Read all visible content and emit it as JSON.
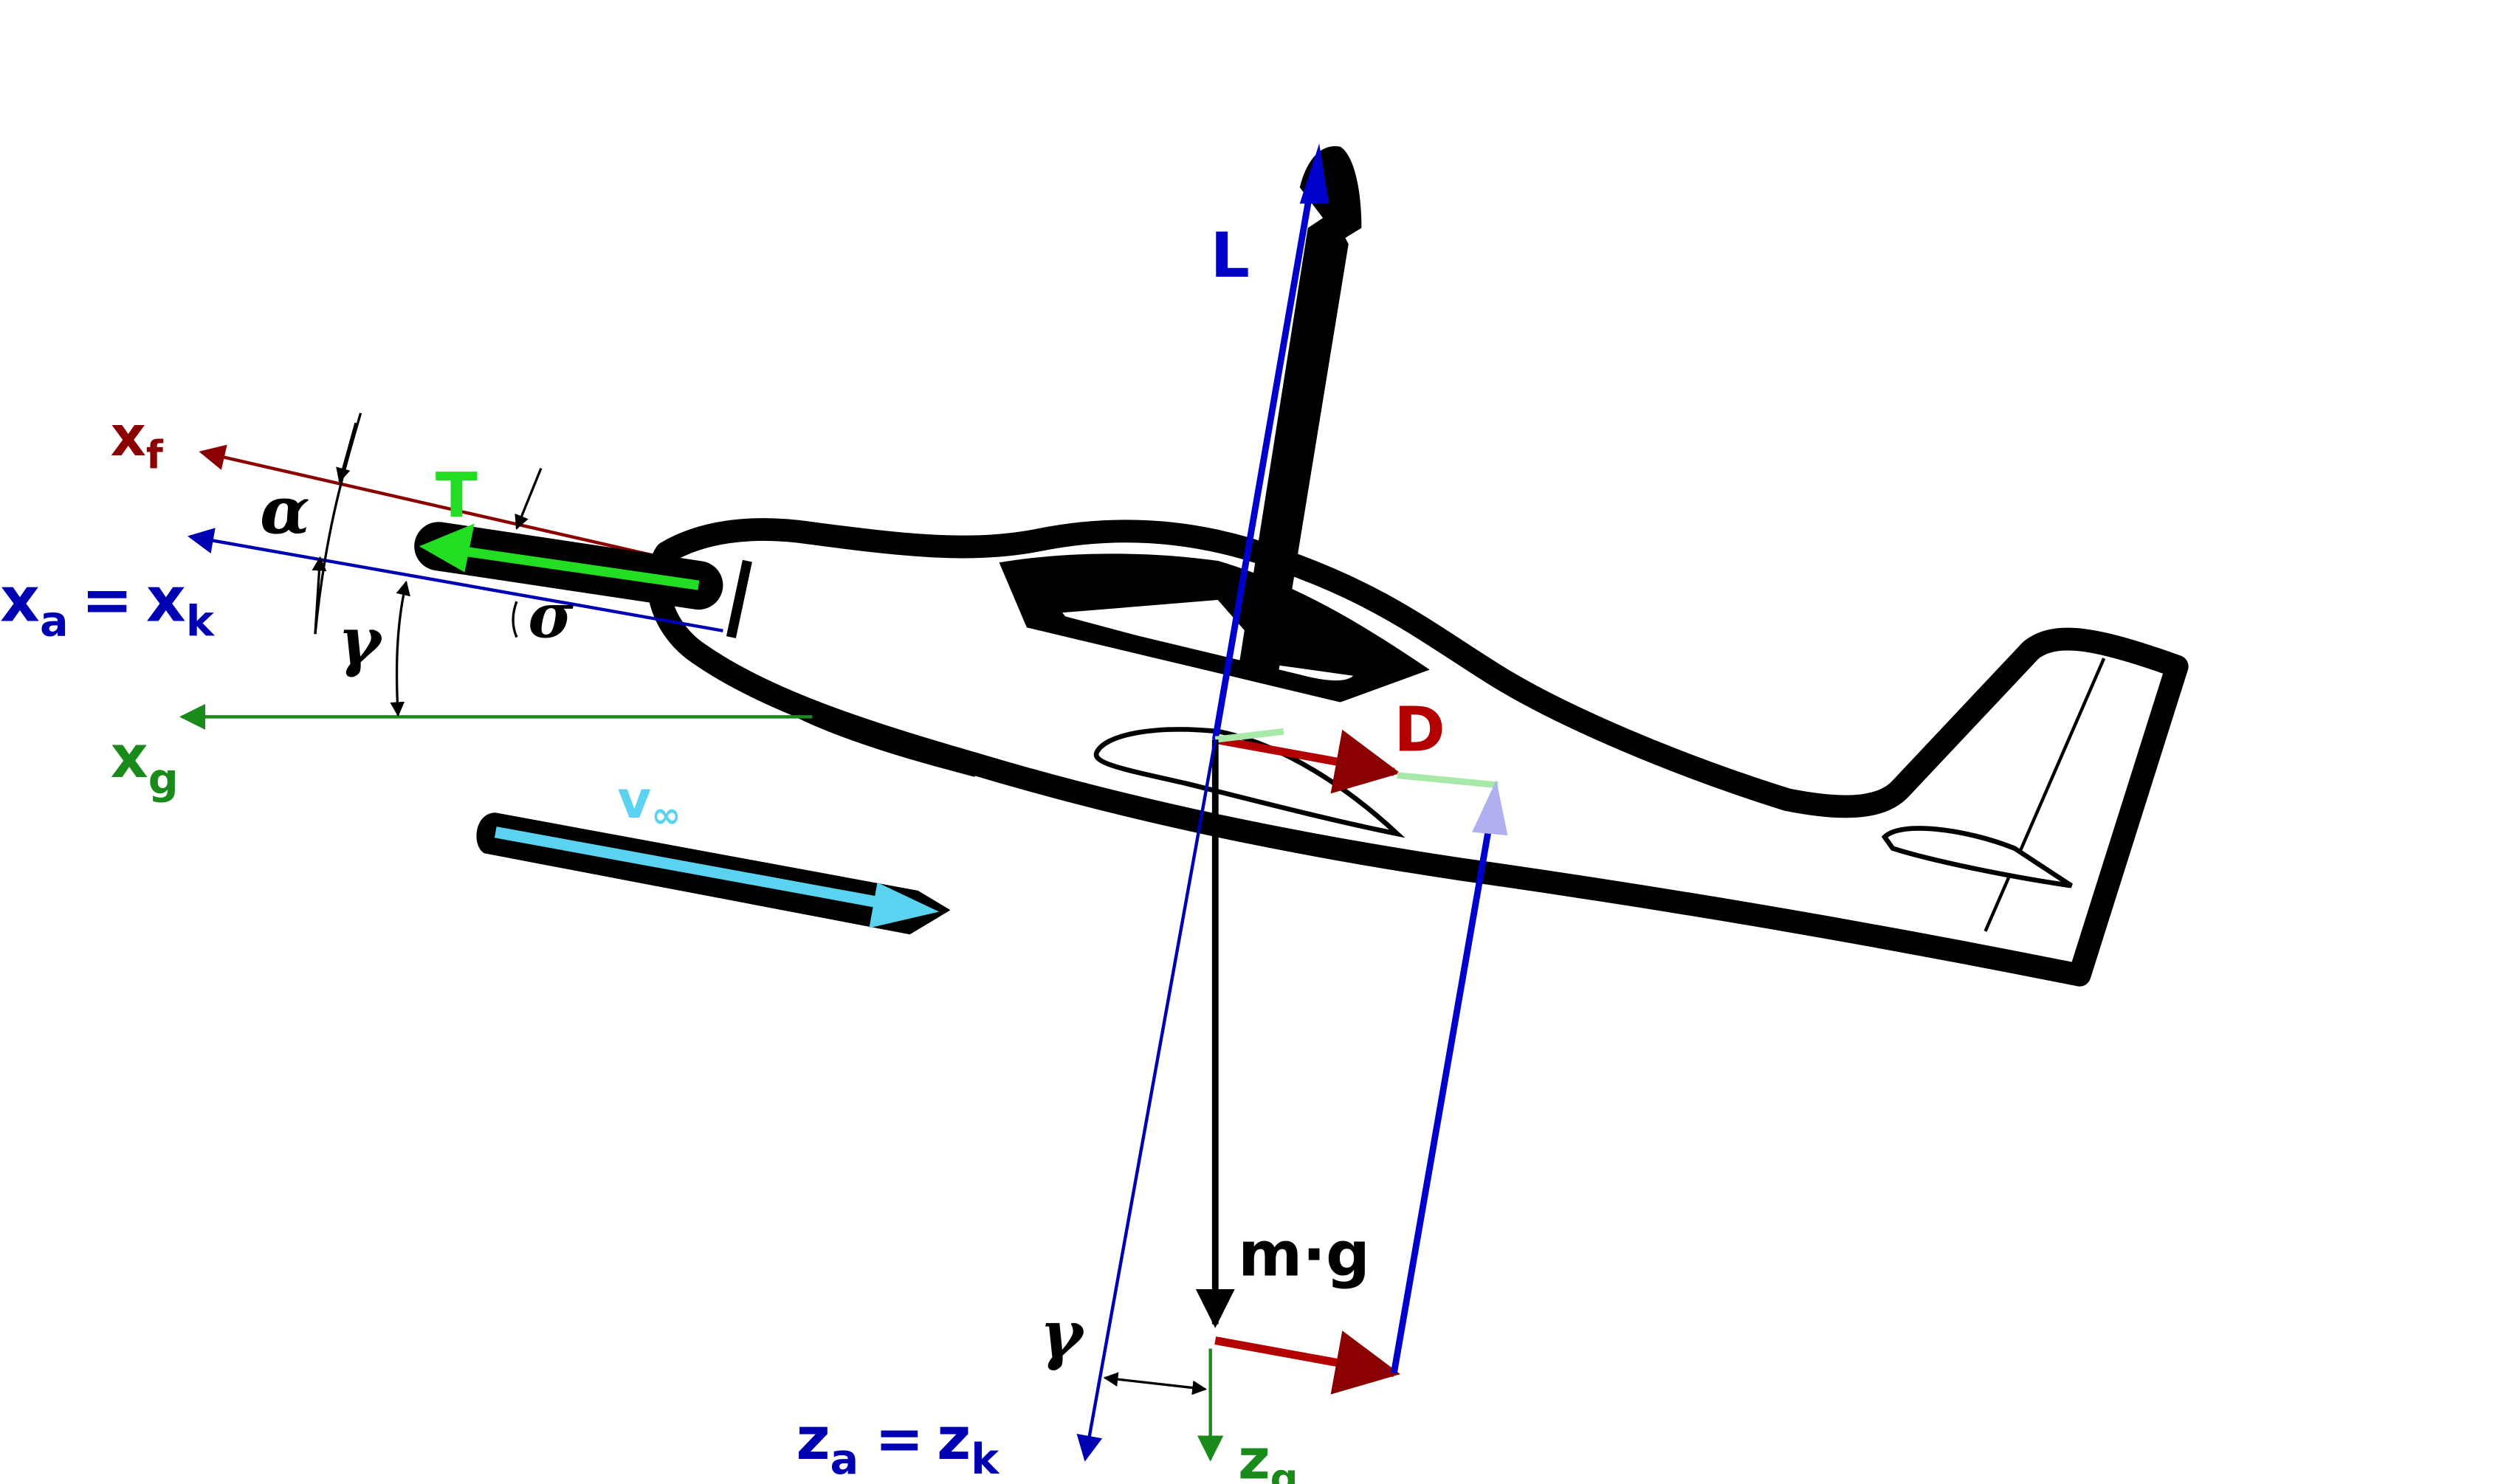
{
  "labels": {
    "x_f": "x",
    "x_f_sub": "f",
    "x_a": "x",
    "x_a_sub": "a",
    "eq1": "=",
    "x_k": "x",
    "x_k_sub": "k",
    "x_g": "x",
    "x_g_sub": "g",
    "T": "T",
    "L": "L",
    "D": "D",
    "v": "v",
    "v_sub": "∞",
    "mg": "m·g",
    "z_a": "z",
    "z_a_sub": "a",
    "eq2": "=",
    "z_k": "z",
    "z_k_sub": "k",
    "z_g": "z",
    "z_g_sub": "g"
  },
  "angles": {
    "alpha": "α",
    "gamma": "γ",
    "sigma": "σ",
    "gamma_bottom": "γ"
  },
  "colors": {
    "x_f": "#8b0000",
    "aero_axes": "#0000b3",
    "geo_axes": "#1a8a1a",
    "thrust": "#22dd22",
    "lift": "#0000cc",
    "drag": "#b30000",
    "velocity": "#5ad2f0",
    "weight": "#000000"
  }
}
